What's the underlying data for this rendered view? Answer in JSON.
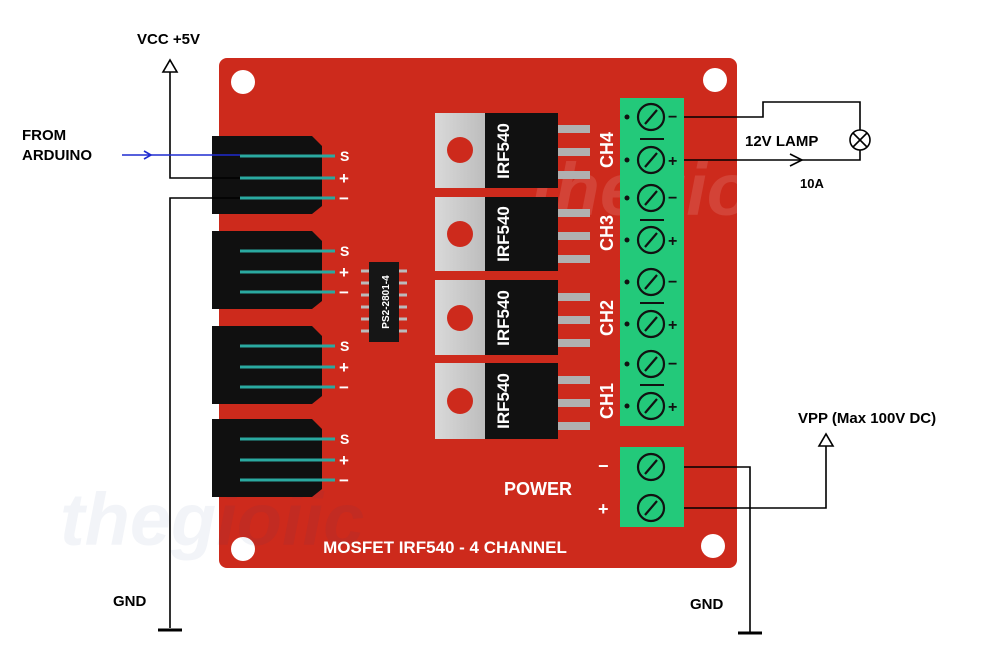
{
  "labels": {
    "vcc": "VCC +5V",
    "from_arduino_line1": "FROM",
    "from_arduino_line2": "ARDUINO",
    "gnd_left": "GND",
    "gnd_right": "GND",
    "vpp": "VPP (Max 100V DC)",
    "lamp": "12V LAMP",
    "current": "10A",
    "power": "POWER",
    "board_title": "MOSFET IRF540 - 4 CHANNEL",
    "ic_chip": "PS2-2801-4",
    "watermark": "thegioiic"
  },
  "headers": [
    {
      "pins": [
        "S",
        "+",
        "−"
      ]
    },
    {
      "pins": [
        "S",
        "+",
        "−"
      ]
    },
    {
      "pins": [
        "S",
        "+",
        "−"
      ]
    },
    {
      "pins": [
        "S",
        "+",
        "−"
      ]
    }
  ],
  "mosfets": [
    {
      "label": "IRF540",
      "channel": "CH4"
    },
    {
      "label": "IRF540",
      "channel": "CH3"
    },
    {
      "label": "IRF540",
      "channel": "CH2"
    },
    {
      "label": "IRF540",
      "channel": "CH1"
    }
  ],
  "terminal_signs": [
    "−",
    "+",
    "−",
    "+",
    "−",
    "+",
    "−",
    "+"
  ],
  "power_signs": [
    "−",
    "+"
  ],
  "colors": {
    "board": "#cd2a1c",
    "terminal": "#23c97a",
    "wire": "#000000",
    "arduino_wire": "#1f2bd0",
    "header_pin": "#2aa9a0",
    "text_on_board": "#ffffff"
  }
}
